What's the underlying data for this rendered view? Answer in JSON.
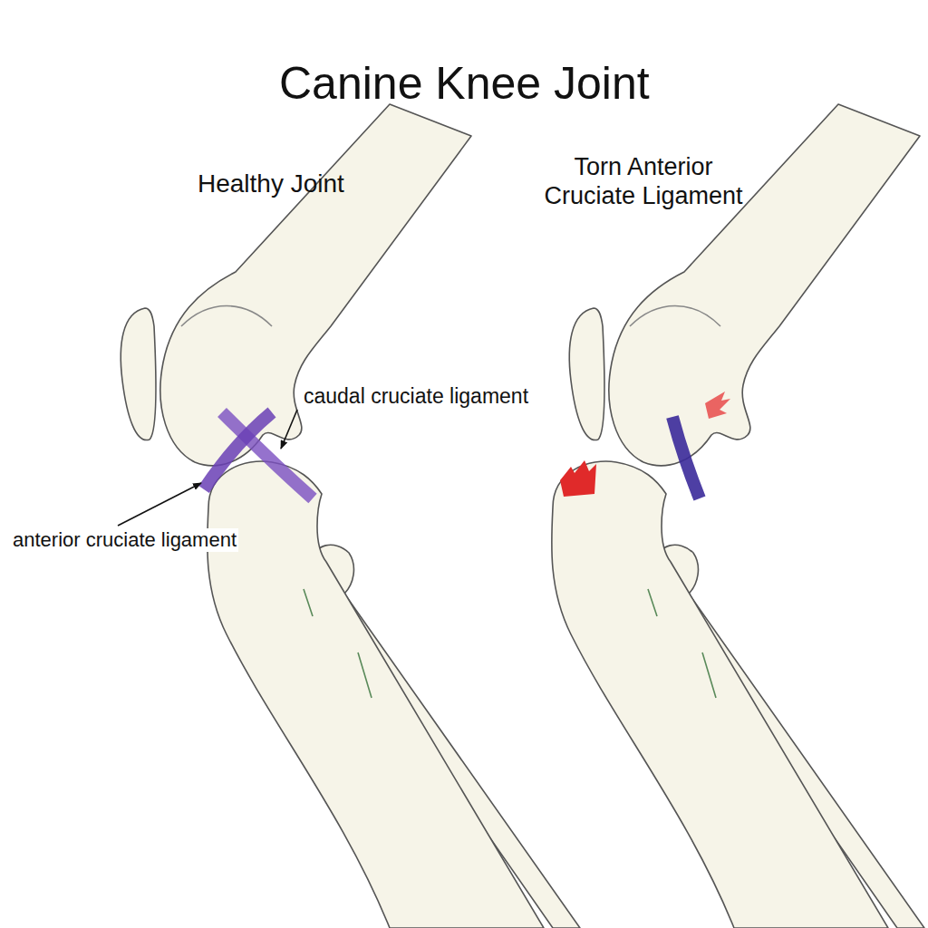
{
  "diagram": {
    "title": "Canine Knee Joint",
    "labels": [
      "Healthy Joint",
      "Torn Anterior Cruciate Ligament",
      "caudal cruciate ligament",
      "anterior cruciate ligament"
    ]
  }
}
